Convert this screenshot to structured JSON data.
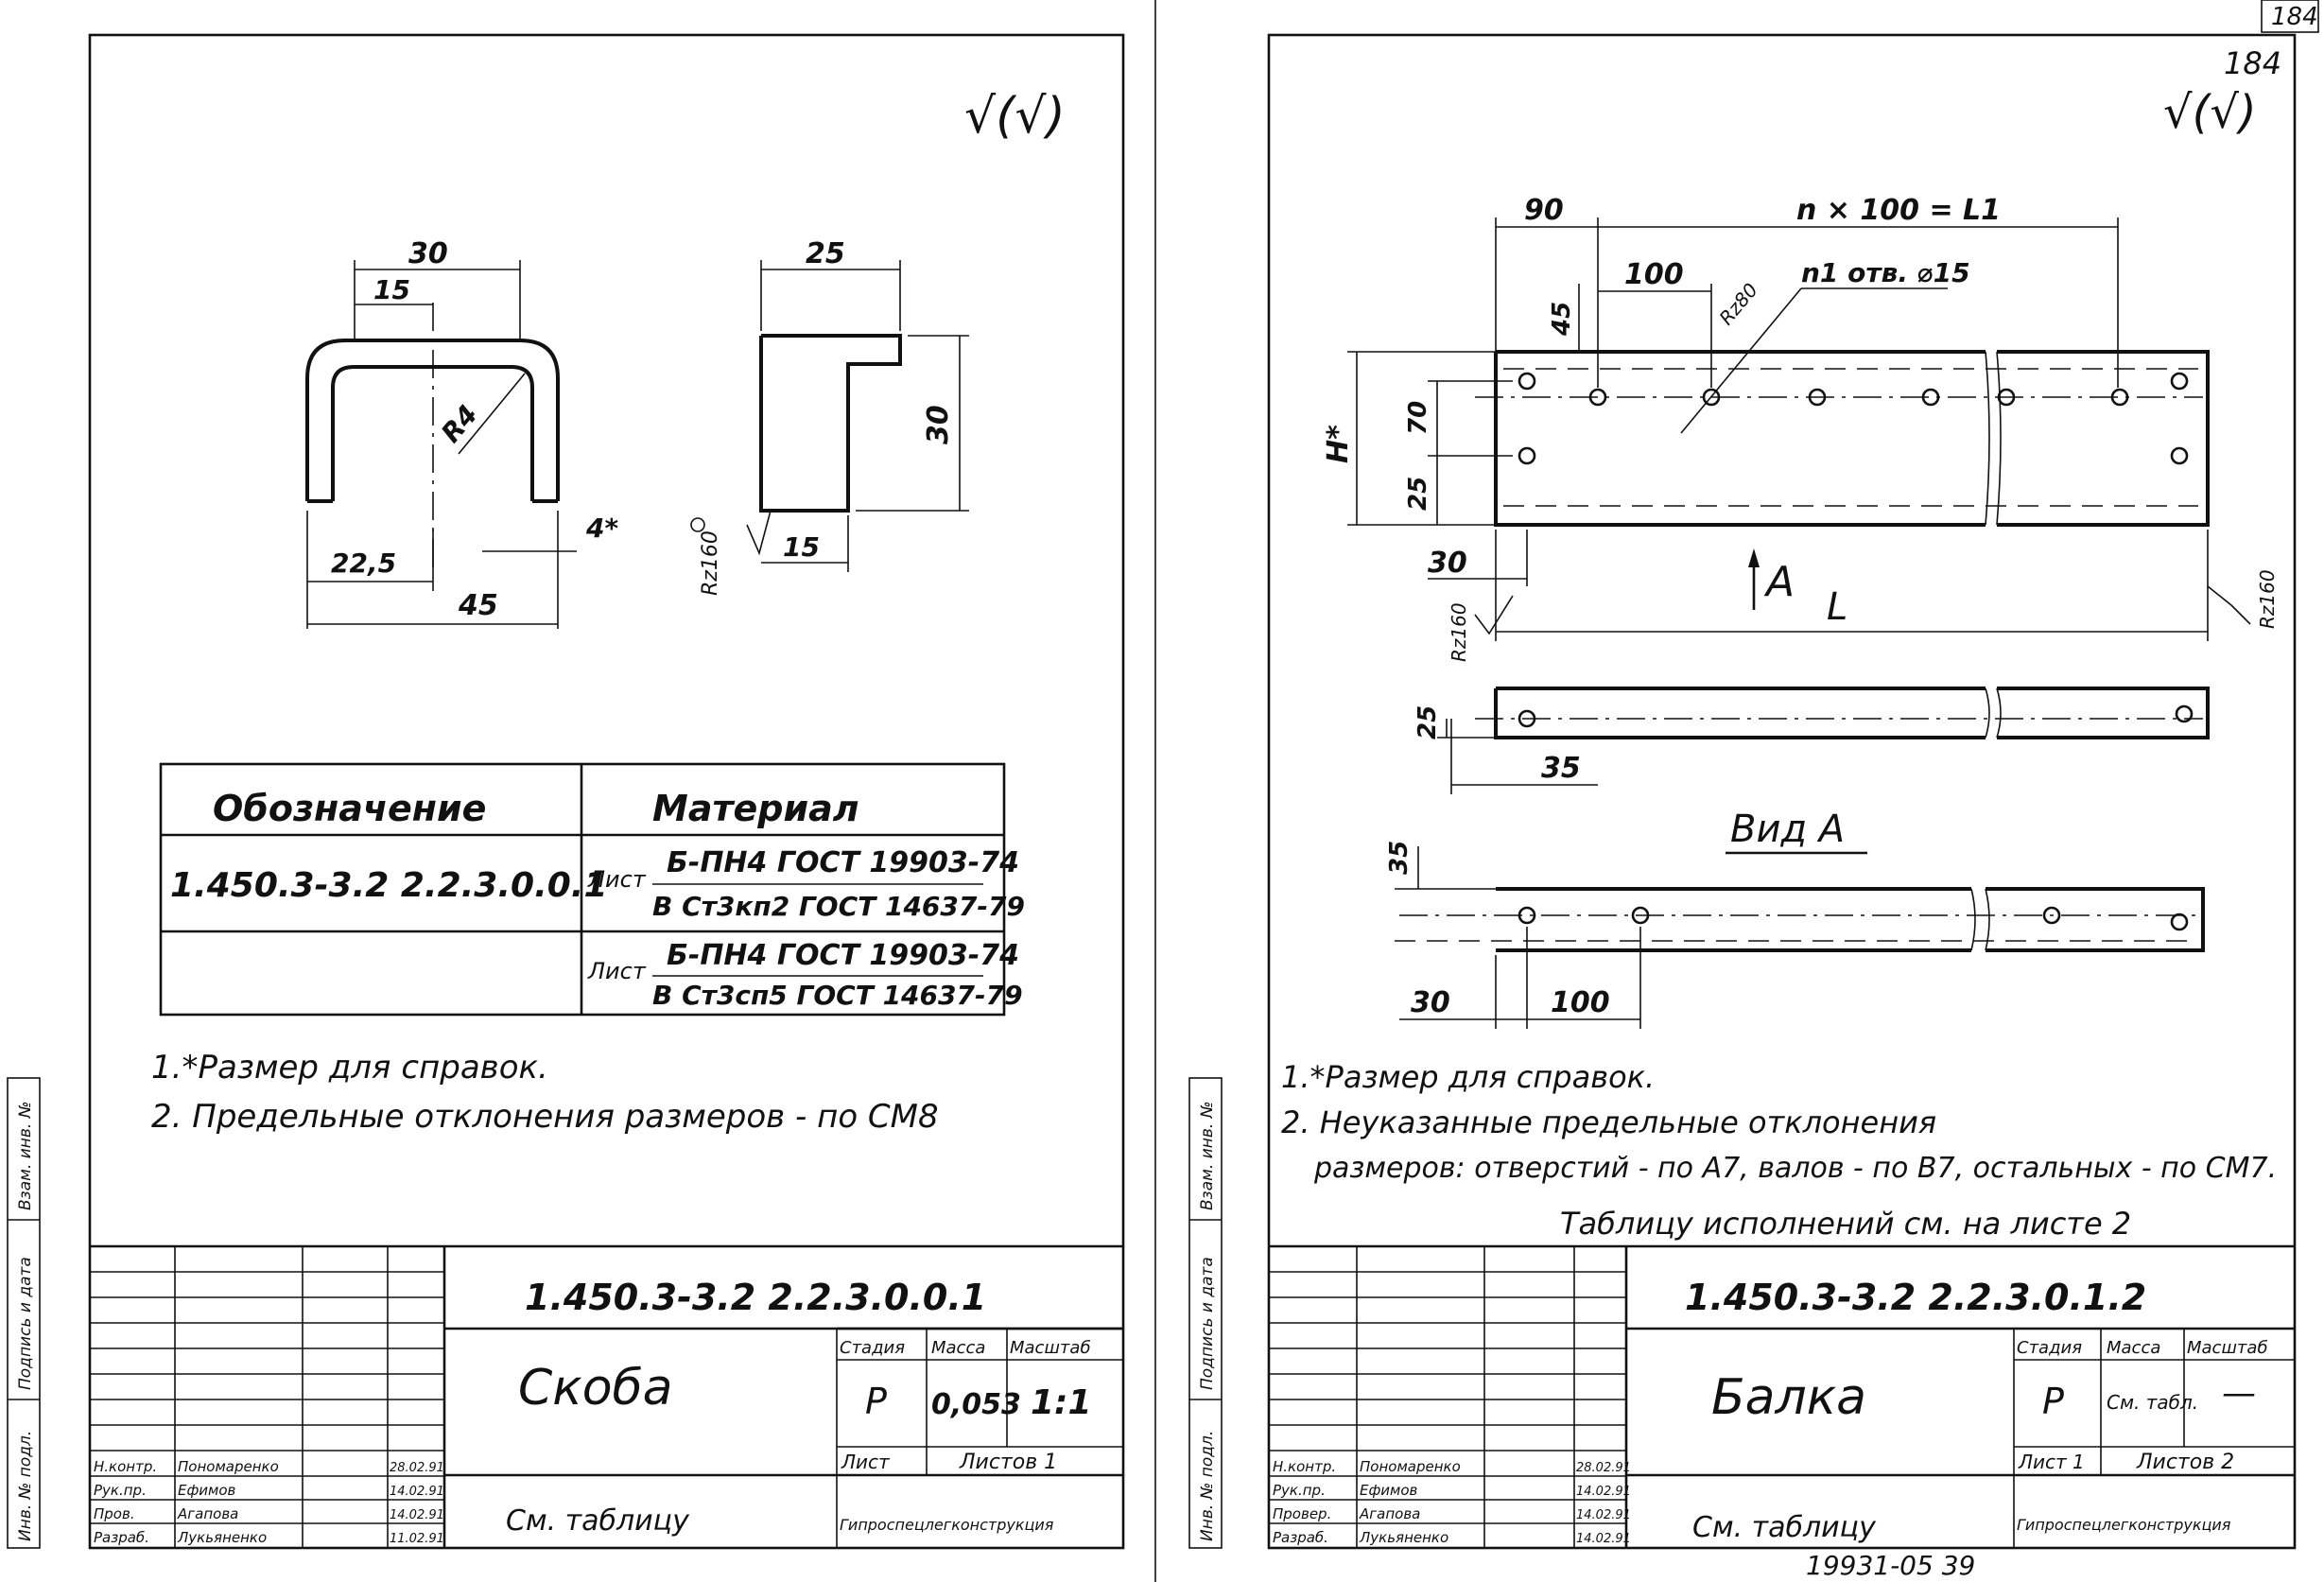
{
  "page_number": "184",
  "left_sheet": {
    "roughness_mark": "√(√)",
    "dims": {
      "top_outer": "30",
      "top_inner": "15",
      "radius": "R4",
      "bottom_half": "22,5",
      "bottom_full": "45",
      "thickness": "4*",
      "side_top": "25",
      "side_height": "30",
      "side_bottom": "15",
      "side_rough": "Rz160"
    },
    "table": {
      "header_designation": "Обозначение",
      "header_material": "Материал",
      "rows": [
        {
          "designation": "1.450.3-3.2  2.2.3.0.0.1",
          "prefix": "Лист",
          "material_top": "Б-ПН4 ГОСТ 19903-74",
          "material_bottom": "В Ст3кп2 ГОСТ 14637-79"
        },
        {
          "designation": "",
          "prefix": "Лист",
          "material_top": "Б-ПН4 ГОСТ 19903-74",
          "material_bottom": "В Ст3сп5 ГОСТ 14637-79"
        }
      ]
    },
    "notes": [
      "1.*Размер для справок.",
      "2. Предельные отклонения размеров - по СМ8"
    ],
    "title_block": {
      "doc_code": "1.450.3-3.2  2.2.3.0.0.1",
      "title": "Скоба",
      "stage_label": "Стадия",
      "mass_label": "Масса",
      "scale_label": "Масштаб",
      "stage": "Р",
      "mass": "0,053",
      "scale": "1:1",
      "sheet_label": "Лист",
      "sheets_label": "Листов 1",
      "material_ref": "См. таблицу",
      "org": "Гипроспецлегконструкция",
      "people": [
        {
          "role": "Н.контр.",
          "name": "Пономаренко",
          "date": "28.02.91"
        },
        {
          "role": "Рук.пр.",
          "name": "Ефимов",
          "date": "14.02.91"
        },
        {
          "role": "Пров.",
          "name": "Агапова",
          "date": "14.02.91"
        },
        {
          "role": "Разраб.",
          "name": "Лукьяненко",
          "date": "11.02.91"
        }
      ]
    },
    "side_stamp": [
      "Инв. № подл.",
      "Подпись и дата",
      "Взам. инв. №"
    ]
  },
  "right_sheet": {
    "sheet_number": "184",
    "roughness_mark": "√(√)",
    "dims": {
      "start": "90",
      "pitch_total": "n × 100 = L1",
      "pitch": "100",
      "holes": "n1 отв. ⌀15",
      "hole_rough": "Rz80",
      "top_offset": "45",
      "height_ref": "Н*",
      "mid": "70",
      "bottom": "25",
      "left_offset": "30",
      "view_arrow": "A",
      "length": "L",
      "rough_left": "Rz160",
      "rough_right": "Rz160",
      "plan_edge": "25",
      "plan_offset": "35",
      "view_a_title": "Вид А",
      "view_a_edge": "35",
      "view_a_left": "30",
      "view_a_pitch": "100"
    },
    "notes": [
      "1.*Размер для справок.",
      "2. Неуказанные предельные отклонения",
      "размеров: отверстий - по А7, валов - по В7, остальных - по СМ7.",
      "Таблицу исполнений см. на листе 2"
    ],
    "title_block": {
      "doc_code": "1.450.3-3.2  2.2.3.0.1.2",
      "title": "Балка",
      "stage_label": "Стадия",
      "mass_label": "Масса",
      "scale_label": "Масштаб",
      "stage": "Р",
      "mass": "См. табл.",
      "scale": "—",
      "sheet_label": "Лист 1",
      "sheets_label": "Листов 2",
      "material_ref": "См. таблицу",
      "org": "Гипроспецлегконструкция",
      "people": [
        {
          "role": "Н.контр.",
          "name": "Пономаренко",
          "date": "28.02.91"
        },
        {
          "role": "Рук.пр.",
          "name": "Ефимов",
          "date": "14.02.91"
        },
        {
          "role": "Провер.",
          "name": "Агапова",
          "date": "14.02.91"
        },
        {
          "role": "Разраб.",
          "name": "Лукьяненко",
          "date": "14.02.91"
        }
      ]
    },
    "side_stamp": [
      "Инв. № подл.",
      "Подпись и дата",
      "Взам. инв. №"
    ],
    "footer_code": "19931-05   39"
  }
}
